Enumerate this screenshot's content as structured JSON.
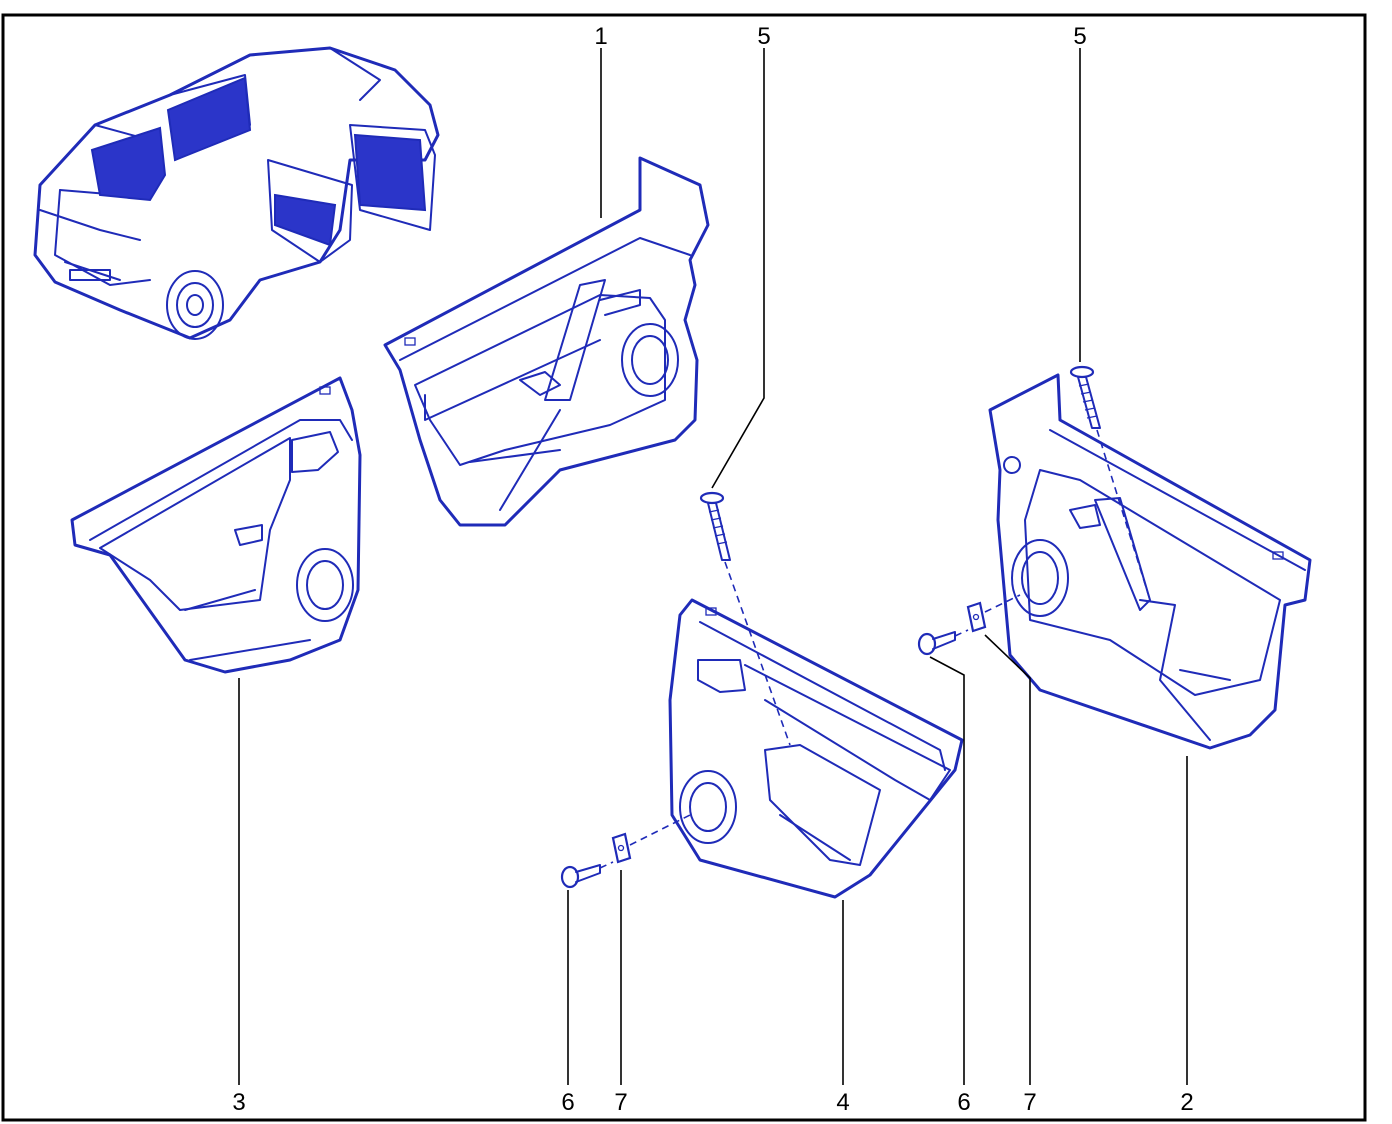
{
  "callouts": {
    "c1": "1",
    "c2": "2",
    "c3": "3",
    "c4": "4",
    "c5a": "5",
    "c5b": "5",
    "c6a": "6",
    "c6b": "6",
    "c7a": "7",
    "c7b": "7"
  },
  "colors": {
    "line": "#1f2bb8",
    "highlight": "#2b35c9",
    "frame": "#000000"
  }
}
